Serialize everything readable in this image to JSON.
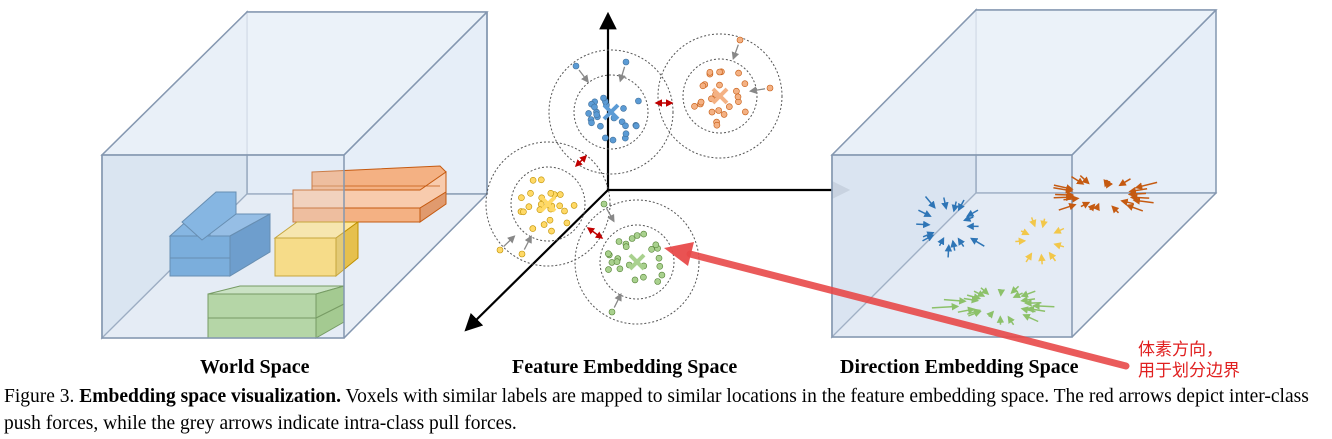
{
  "labels": {
    "world": "World Space",
    "feature": "Feature Embedding Space",
    "direction": "Direction Embedding Space"
  },
  "caption": {
    "figure_number": "Figure 3.",
    "bold_title": "Embedding space visualization.",
    "text": "Voxels with similar labels are mapped to similar locations in the feature embedding space. The red arrows depict inter-class push forces, while the grey arrows indicate intra-class pull forces."
  },
  "annotation": {
    "line1": "体素方向，",
    "line2": "用于划分边界"
  },
  "colors": {
    "blue": "#5b9bd5",
    "orange": "#f4b183",
    "yellow": "#ffd966",
    "green": "#a9d18e",
    "red_arrow": "#e84a4a",
    "box_fill": "#dce6f2",
    "box_edge": "#8497b0"
  }
}
